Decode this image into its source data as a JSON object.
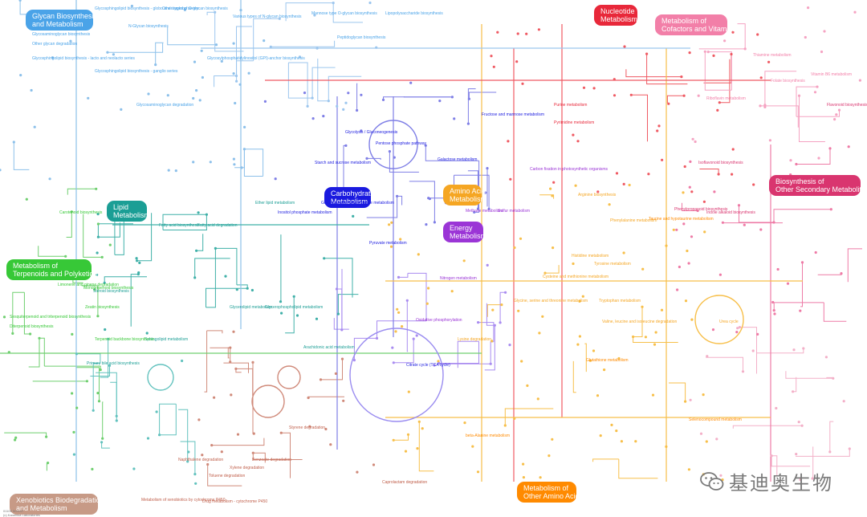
{
  "categories": {
    "glycan": {
      "line1": "Glycan Biosynthesis",
      "line2": "and Metabolism",
      "color": "#4aa3e8"
    },
    "nucleotide": {
      "line1": "Nucleotide",
      "line2": "Metabolism",
      "color": "#e8283a"
    },
    "cofactors": {
      "line1": "Metabolism of",
      "line2": "Cofactors and Vitamins",
      "color": "#f27fa8"
    },
    "secondary": {
      "line1": "Biosynthesis of",
      "line2": "Other Secondary Metabolites",
      "color": "#d9356f"
    },
    "carbohydrate": {
      "line1": "Carbohydrate",
      "line2": "Metabolism",
      "color": "#1a1adf"
    },
    "amino_acid": {
      "line1": "Amino Acid",
      "line2": "Metabolism",
      "color": "#f5a623"
    },
    "energy": {
      "line1": "Energy",
      "line2": "Metabolism",
      "color": "#9b35d6"
    },
    "lipid": {
      "line1": "Lipid",
      "line2": "Metabolism",
      "color": "#1b9e95"
    },
    "terpenoids": {
      "line1": "Metabolism of",
      "line2": "Terpenoids and Polyketides",
      "color": "#37c837"
    },
    "xenobiotics": {
      "line1": "Xenobiotics Biodegradation",
      "line2": "and Metabolism",
      "color": "#c79a86"
    },
    "other_amino": {
      "line1": "Metabolism of",
      "line2": "Other Amino Acids",
      "color": "#ff8a00"
    }
  },
  "pathway_labels": [
    {
      "text": "Glycosphingolipid biosynthesis - globo and isoglobo series",
      "color": "#4aa3e8"
    },
    {
      "text": "Other types of O-glycan biosynthesis",
      "color": "#4aa3e8"
    },
    {
      "text": "N-Glycan biosynthesis",
      "color": "#4aa3e8"
    },
    {
      "text": "Various types of N-glycan biosynthesis",
      "color": "#4aa3e8"
    },
    {
      "text": "Glycosaminoglycan biosynthesis",
      "color": "#4aa3e8"
    },
    {
      "text": "Mannose type O-glycan biosynthesis",
      "color": "#4aa3e8"
    },
    {
      "text": "Lipopolysaccharide biosynthesis",
      "color": "#4aa3e8"
    },
    {
      "text": "Peptidoglycan biosynthesis",
      "color": "#4aa3e8"
    },
    {
      "text": "Glycosylphosphatidylinositol (GPI)-anchor biosynthesis",
      "color": "#4aa3e8"
    },
    {
      "text": "Glycosaminoglycan degradation",
      "color": "#4aa3e8"
    },
    {
      "text": "Other glycan degradation",
      "color": "#4aa3e8"
    },
    {
      "text": "Glycosphingolipid biosynthesis - lacto and neolacto series",
      "color": "#4aa3e8"
    },
    {
      "text": "Glycosphingolipid biosynthesis - ganglio series",
      "color": "#4aa3e8"
    },
    {
      "text": "Purine metabolism",
      "color": "#e8283a"
    },
    {
      "text": "Pyrimidine metabolism",
      "color": "#e8283a"
    },
    {
      "text": "Folate biosynthesis",
      "color": "#f27fa8"
    },
    {
      "text": "Riboflavin metabolism",
      "color": "#f27fa8"
    },
    {
      "text": "Thiamine metabolism",
      "color": "#f27fa8"
    },
    {
      "text": "Vitamin B6 metabolism",
      "color": "#f27fa8"
    },
    {
      "text": "Flavonoid biosynthesis",
      "color": "#d9356f"
    },
    {
      "text": "Isoflavonoid biosynthesis",
      "color": "#d9356f"
    },
    {
      "text": "Phenylpropanoid biosynthesis",
      "color": "#d9356f"
    },
    {
      "text": "Indole alkaloid biosynthesis",
      "color": "#d9356f"
    },
    {
      "text": "Glycolysis / Gluconeogenesis",
      "color": "#1a1adf"
    },
    {
      "text": "Pentose phosphate pathway",
      "color": "#1a1adf"
    },
    {
      "text": "Citrate cycle (TCA cycle)",
      "color": "#1a1adf"
    },
    {
      "text": "Starch and sucrose metabolism",
      "color": "#1a1adf"
    },
    {
      "text": "Fructose and mannose metabolism",
      "color": "#1a1adf"
    },
    {
      "text": "Galactose metabolism",
      "color": "#1a1adf"
    },
    {
      "text": "Pyruvate metabolism",
      "color": "#1a1adf"
    },
    {
      "text": "Glyoxylate and dicarboxylate metabolism",
      "color": "#1a1adf"
    },
    {
      "text": "Inositol phosphate metabolism",
      "color": "#1a1adf"
    },
    {
      "text": "Oxidative phosphorylation",
      "color": "#9b35d6"
    },
    {
      "text": "Methane metabolism",
      "color": "#9b35d6"
    },
    {
      "text": "Nitrogen metabolism",
      "color": "#9b35d6"
    },
    {
      "text": "Sulfur metabolism",
      "color": "#9b35d6"
    },
    {
      "text": "Carbon fixation in photosynthetic organisms",
      "color": "#9b35d6"
    },
    {
      "text": "Glycine, serine and threonine metabolism",
      "color": "#f5a623"
    },
    {
      "text": "Cysteine and methionine metabolism",
      "color": "#f5a623"
    },
    {
      "text": "Valine, leucine and isoleucine degradation",
      "color": "#f5a623"
    },
    {
      "text": "Lysine degradation",
      "color": "#f5a623"
    },
    {
      "text": "Arginine biosynthesis",
      "color": "#f5a623"
    },
    {
      "text": "Urea cycle",
      "color": "#f5a623"
    },
    {
      "text": "Histidine metabolism",
      "color": "#f5a623"
    },
    {
      "text": "Tyrosine metabolism",
      "color": "#f5a623"
    },
    {
      "text": "Phenylalanine metabolism",
      "color": "#f5a623"
    },
    {
      "text": "Tryptophan metabolism",
      "color": "#f5a623"
    },
    {
      "text": "Fatty acid biosynthesis",
      "color": "#1b9e95"
    },
    {
      "text": "Fatty acid degradation",
      "color": "#1b9e95"
    },
    {
      "text": "Steroid biosynthesis",
      "color": "#1b9e95"
    },
    {
      "text": "Glycerolipid metabolism",
      "color": "#1b9e95"
    },
    {
      "text": "Glycerophospholipid metabolism",
      "color": "#1b9e95"
    },
    {
      "text": "Sphingolipid metabolism",
      "color": "#1b9e95"
    },
    {
      "text": "Ether lipid metabolism",
      "color": "#1b9e95"
    },
    {
      "text": "Arachidonic acid metabolism",
      "color": "#1b9e95"
    },
    {
      "text": "Primary bile acid biosynthesis",
      "color": "#1b9e95"
    },
    {
      "text": "Terpenoid backbone biosynthesis",
      "color": "#37c837"
    },
    {
      "text": "Carotenoid biosynthesis",
      "color": "#37c837"
    },
    {
      "text": "Monoterpenoid biosynthesis",
      "color": "#37c837"
    },
    {
      "text": "Diterpenoid biosynthesis",
      "color": "#37c837"
    },
    {
      "text": "Zeatin biosynthesis",
      "color": "#37c837"
    },
    {
      "text": "Limonene and pinene degradation",
      "color": "#37c837"
    },
    {
      "text": "Sesquiterpenoid and triterpenoid biosynthesis",
      "color": "#37c837"
    },
    {
      "text": "Benzoate degradation",
      "color": "#c0604c"
    },
    {
      "text": "Naphthalene degradation",
      "color": "#c0604c"
    },
    {
      "text": "Toluene degradation",
      "color": "#c0604c"
    },
    {
      "text": "Xylene degradation",
      "color": "#c0604c"
    },
    {
      "text": "Styrene degradation",
      "color": "#c0604c"
    },
    {
      "text": "Caprolactam degradation",
      "color": "#c0604c"
    },
    {
      "text": "Drug metabolism - cytochrome P450",
      "color": "#c0604c"
    },
    {
      "text": "Metabolism of xenobiotics by cytochrome P450",
      "color": "#c0604c"
    },
    {
      "text": "Taurine and hypotaurine metabolism",
      "color": "#ff8a00"
    },
    {
      "text": "Glutathione metabolism",
      "color": "#ff8a00"
    },
    {
      "text": "beta-Alanine metabolism",
      "color": "#ff8a00"
    },
    {
      "text": "Selenocompound metabolism",
      "color": "#ff8a00"
    }
  ],
  "watermark": {
    "text": "基迪奥生物"
  },
  "credit": {
    "line1": "01100 9/21/17",
    "line2": "(c) Kanehisa Laboratories"
  }
}
